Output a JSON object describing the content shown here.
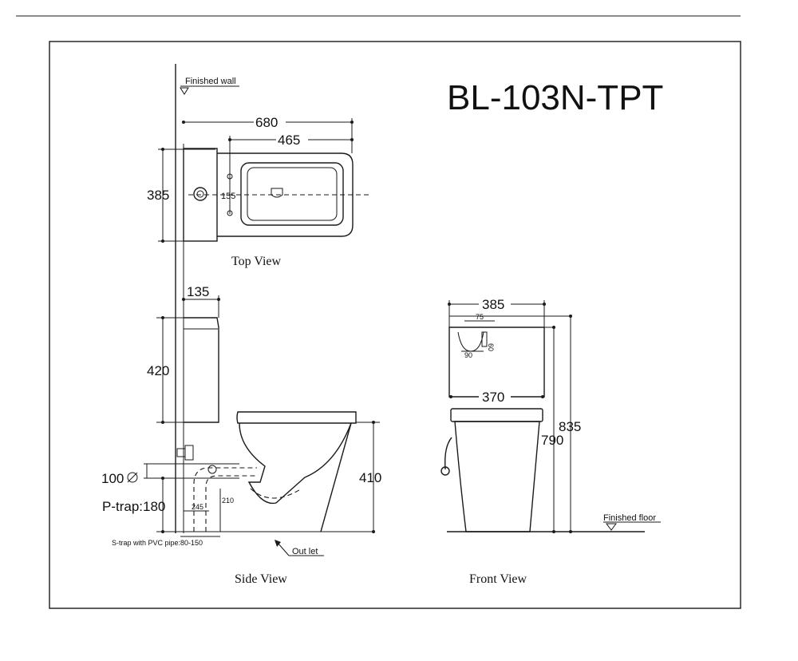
{
  "model": "BL-103N-TPT",
  "labels": {
    "finished_wall": "Finished wall",
    "finished_floor": "Finished floor",
    "outlet": "Out let",
    "s_trap": "S-trap with PVC pipe:80-150",
    "p_trap": "P-trap:180",
    "pipe_dia": "100",
    "top_view": "Top View",
    "side_view": "Side View",
    "front_view": "Front View"
  },
  "dims": {
    "top_length": "680",
    "top_bowl": "465",
    "top_width": "385",
    "top_holes": "155",
    "tank_depth": "135",
    "tank_height": "420",
    "seat_height": "410",
    "side_245": "245",
    "side_210": "210",
    "front_width": "385",
    "front_75": "75",
    "front_90": "90",
    "front_60": "60",
    "front_370": "370",
    "front_835": "835",
    "front_790": "790"
  }
}
